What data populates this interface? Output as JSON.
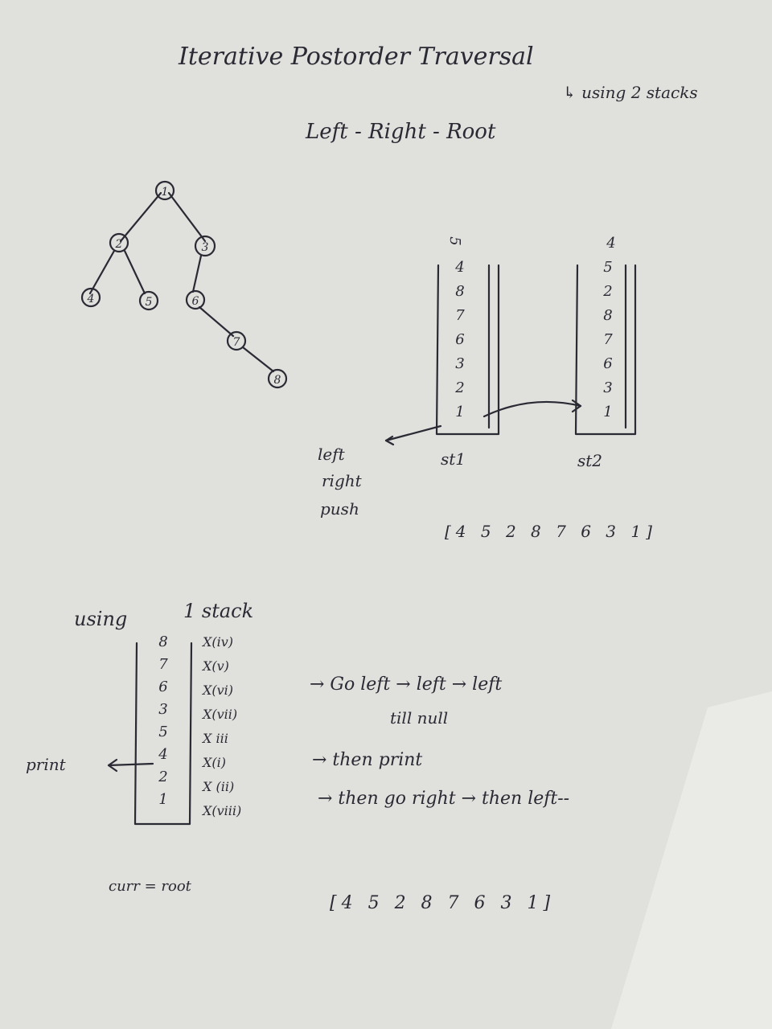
{
  "header": {
    "title": "Iterative Postorder Traversal",
    "subtitle": "↳ using 2 stacks",
    "order": "Left - Right - Root"
  },
  "tree": {
    "nodes": [
      "1",
      "2",
      "3",
      "4",
      "5",
      "6",
      "7",
      "8"
    ]
  },
  "stacks": {
    "st1_label": "st1",
    "st1_top": "5",
    "st1_values": [
      "4",
      "8",
      "7",
      "6",
      "3",
      "2",
      "1"
    ],
    "st2_label": "st2",
    "st2_top": "4",
    "st2_values": [
      "5",
      "2",
      "8",
      "7",
      "6",
      "3",
      "1"
    ],
    "note": [
      "left",
      "right",
      "push"
    ],
    "result_two_stack": "[4 5 2 8 7 6 3 1]"
  },
  "one_stack": {
    "heading_left": "using",
    "heading_right": "1 stack",
    "stack_values": [
      "8",
      "7",
      "6",
      "3",
      "5",
      "4",
      "2",
      "1"
    ],
    "marks": [
      "X(iv)",
      "X(v)",
      "X(vi)",
      "X(vii)",
      "X iii",
      "X(i)",
      "X (ii)",
      "X(viii)"
    ],
    "print_label": "print",
    "steps": [
      "→ Go left → left → left",
      "till null",
      "→ then print",
      "→ then go right → then left--"
    ],
    "curr_note": "curr = root",
    "result_one_stack": "[4 5 2 8 7 6 3 1]"
  }
}
